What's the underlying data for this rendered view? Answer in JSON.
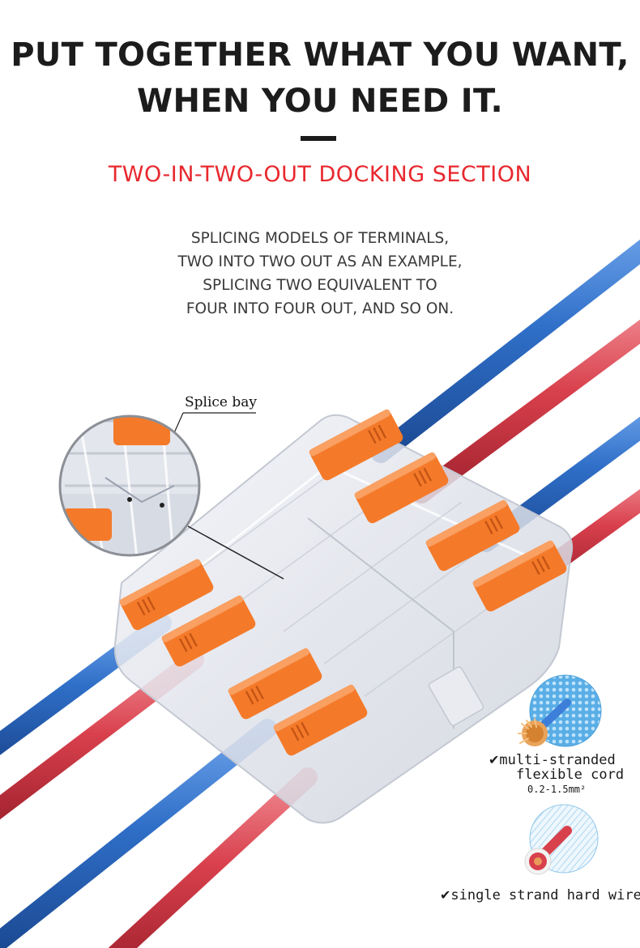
{
  "headline": {
    "line1": "PUT TOGETHER WHAT YOU WANT,",
    "line2": "WHEN YOU NEED IT."
  },
  "subtitle": "TWO-IN-TWO-OUT DOCKING SECTION",
  "description": {
    "line1": "SPLICING MODELS OF TERMINALS,",
    "line2": "TWO INTO TWO OUT AS AN EXAMPLE,",
    "line3": "SPLICING TWO EQUIVALENT TO",
    "line4": "FOUR INTO FOUR OUT, AND SO ON."
  },
  "callout": {
    "label": "Splice bay"
  },
  "legend": {
    "stranded": {
      "check": "✔",
      "line1": "multi-stranded",
      "line2": "flexible cord",
      "line3": "0.2-1.5mm²"
    },
    "solid": {
      "check": "✔",
      "label": "single strand hard wire"
    }
  },
  "colors": {
    "headline": "#1c1c1c",
    "subtitle": "#e8282e",
    "wire_blue": "#2f6fc8",
    "wire_red": "#d8404c",
    "lever_orange": "#f47a2a",
    "housing": "#e6e8ee"
  }
}
